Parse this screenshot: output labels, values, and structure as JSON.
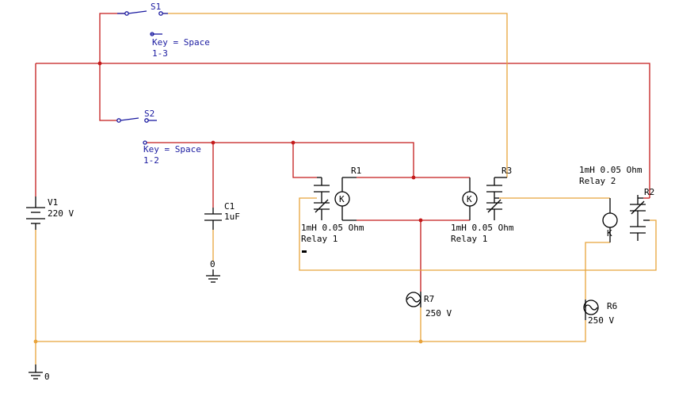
{
  "labels": {
    "s1": "S1",
    "s1_key": "Key = Space",
    "s1_pos": "1-3",
    "s2": "S2",
    "s2_key": "Key = Space",
    "s2_pos": "1-2",
    "v1": "V1",
    "v1_val": "220 V",
    "gnd_v1": "0",
    "c1": "C1",
    "c1_val": "1uF",
    "gnd_c1": "0",
    "r1": "R1",
    "r3": "R3",
    "r2": "R2",
    "relay1a_spec": "1mH 0.05 Ohm",
    "relay1a_name": "Relay 1",
    "relay1b_spec": "1mH 0.05 Ohm",
    "relay1b_name": "Relay 1",
    "relay2_spec": "1mH 0.05 Ohm",
    "relay2_name": "Relay 2",
    "r7": "R7",
    "r7_val": "250 V",
    "r6": "R6",
    "r6_val": "250 V",
    "coil_k": "K"
  },
  "colors": {
    "wire_hot": "#c41a1a",
    "wire_return": "#e8a33a",
    "component": "#000000",
    "switch": "#1a1aa0"
  }
}
